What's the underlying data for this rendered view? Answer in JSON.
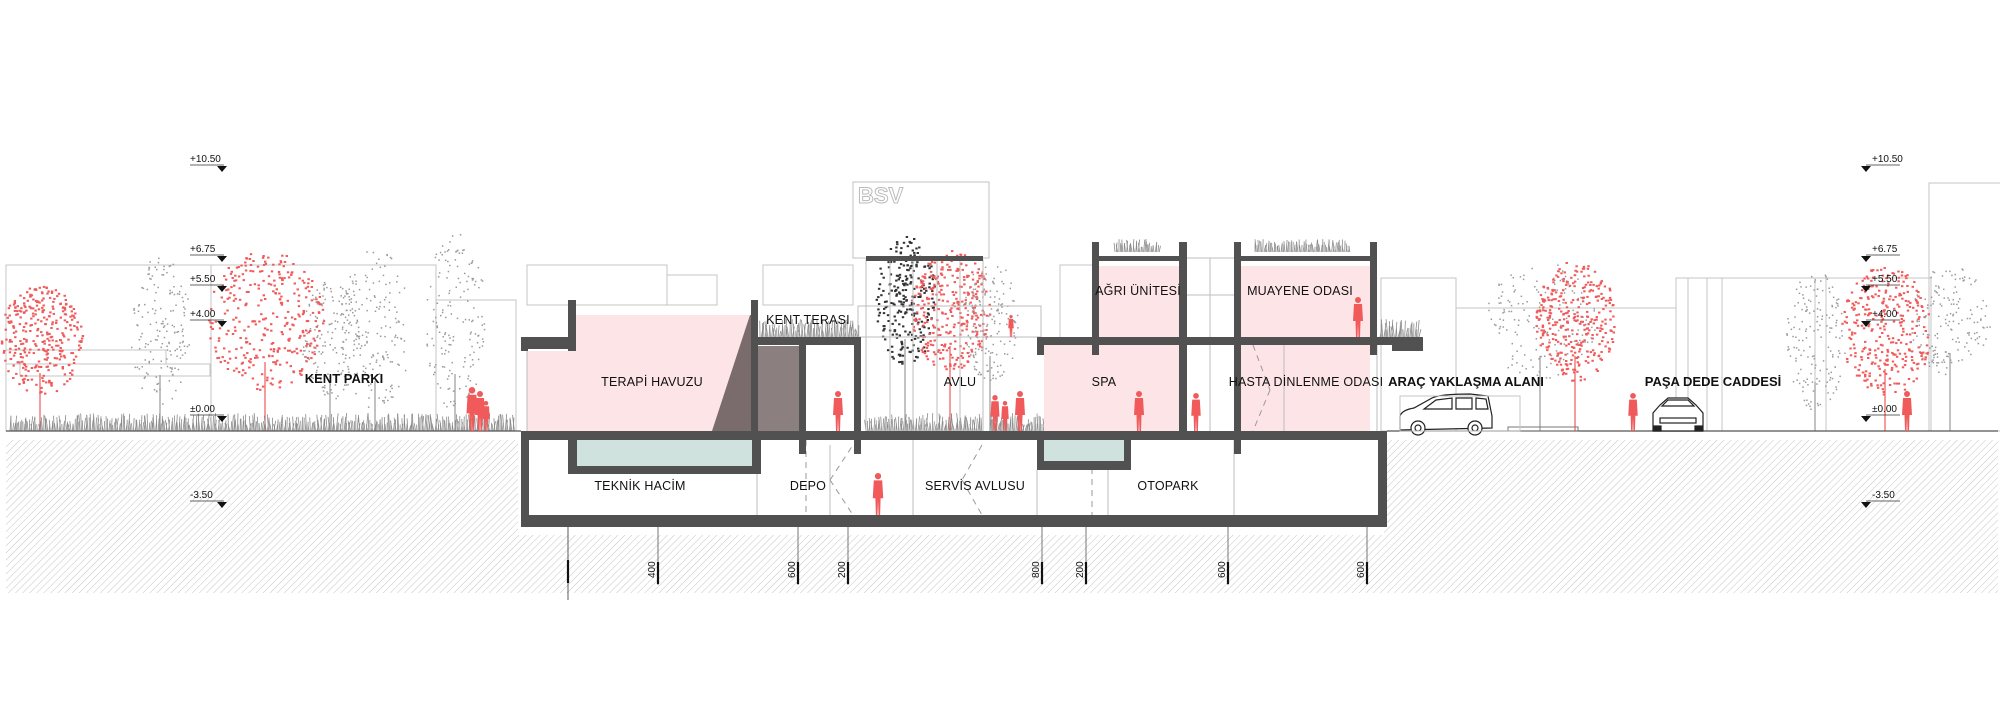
{
  "drawing": {
    "brand": "BSV",
    "spaces": {
      "kent_parki": "KENT PARKI",
      "terapi_havuzu": "TERAPİ HAVUZU",
      "kent_terasi": "KENT TERASI",
      "avlu": "AVLU",
      "agri_unitesi": "AĞRI ÜNİTESİ",
      "muayene_odasi": "MUAYENE ODASI",
      "spa": "SPA",
      "hasta_dinlenme_odasi": "HASTA DİNLENME ODASI",
      "arac_yaklasma_alani": "ARAÇ YAKLAŞMA ALANI",
      "pasa_dede_caddesi": "PAŞA DEDE CADDESİ",
      "teknik_hacim": "TEKNİK HACİM",
      "depo": "DEPO",
      "servis_avlusu": "SERVİS AVLUSU",
      "otopark": "OTOPARK"
    },
    "elevations_left": [
      "+10.50",
      "+6.75",
      "+5.50",
      "+4.00",
      "±0.00",
      "-3.50"
    ],
    "elevations_right": [
      "+10.50",
      "+6.75",
      "+5.50",
      "+4.00",
      "±0.00",
      "-3.50"
    ],
    "dimensions": [
      "400",
      "600",
      "200",
      "800",
      "200",
      "600",
      "600"
    ]
  },
  "colors": {
    "wall": "#515151",
    "room_fill": "#fde4e6",
    "water": "#cfe2de",
    "accent_red": "#f05a5a",
    "hatch": "#c8c8c8"
  }
}
